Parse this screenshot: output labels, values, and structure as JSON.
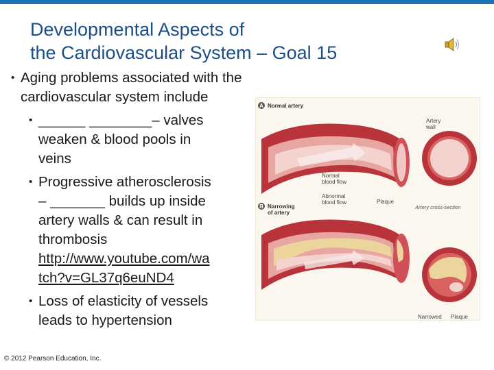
{
  "slide": {
    "title_line1": "Developmental Aspects of",
    "title_line2": "the Cardiovascular System – Goal 15",
    "main_bullet": "Aging problems associated with the cardiovascular system include",
    "sub_bullets": {
      "b1": {
        "line1": "______ ________– valves",
        "line2": "weaken & blood pools in",
        "line3": "veins"
      },
      "b2": {
        "line1": "Progressive atherosclerosis",
        "line2": "– _______ builds up inside",
        "line3": "artery walls & can result in",
        "line4": "thrombosis"
      },
      "link": {
        "line1": "http://www.youtube.com/wa",
        "line2": "tch?v=GL37q6euND4"
      },
      "b3": {
        "line1": "Loss of elasticity of vessels",
        "line2": "leads to hypertension"
      }
    },
    "copyright": "© 2012 Pearson Education, Inc."
  },
  "figure": {
    "a_letter": "A",
    "a_label": "Normal artery",
    "b_letter": "B",
    "b_label_1": "Narrowing",
    "b_label_2": "of artery",
    "artery_wall_1": "Artery",
    "artery_wall_2": "wall",
    "normal_flow_1": "Normal",
    "normal_flow_2": "blood flow",
    "abnormal_flow_1": "Abnormal",
    "abnormal_flow_2": "blood flow",
    "plaque_1": "Plaque",
    "cross_section": "Artery cross-section",
    "narrowed": "Narrowed",
    "plaque_2": "Plaque"
  },
  "icons": {
    "speaker": "speaker-icon"
  },
  "colors": {
    "title": "#1b4f8a",
    "top_bar": "#1f6fb5",
    "artery": "#b8333a",
    "plaque": "#e8d49a"
  }
}
